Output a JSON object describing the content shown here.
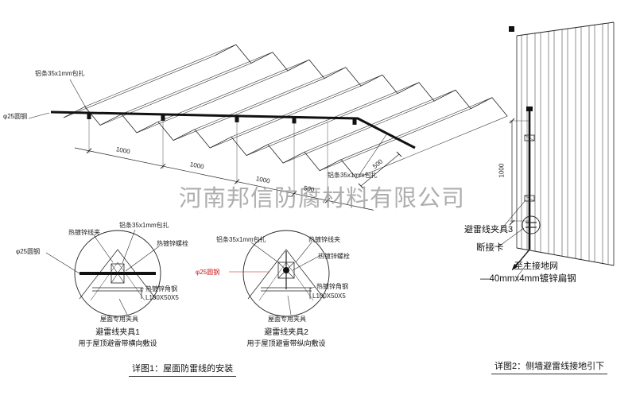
{
  "watermark": "河南邦信防腐材料有限公司",
  "colors": {
    "line": "#222222",
    "red": "#cc1111",
    "watermark": "#9a9a9a"
  },
  "roof": {
    "strip_label_top": "铝条35x1mm包扎",
    "rod_label": "φ25圆钢",
    "strip_label_right": "铝条35x1mm包扎",
    "dim_1": "1000",
    "dim_2": "1000",
    "dim_3": "1000",
    "dim_4": "500",
    "dim_right": "500"
  },
  "detail1": {
    "clamp_label": "热镀锌线夹",
    "strip_label": "铝条35x1mm包扎",
    "bolt_label": "热镀锌螺栓",
    "rod_label": "φ25圆钢",
    "angle_label": "热镀锌角钢",
    "angle_size": "L100X50X5",
    "fixture_label": "屋面专用夹具",
    "title": "避雷线夹具1",
    "subtitle": "用于屋顶避雷带横向敷设"
  },
  "detail2": {
    "strip_label": "铝条35x1mm包扎",
    "clamp_label": "热镀锌线夹",
    "bolt_label": "热镀锌螺栓",
    "rod_label": "φ25圆钢",
    "angle_label": "热镀锌角钢",
    "angle_size": "L100X50X5",
    "fixture_label": "屋面专用夹具",
    "title": "避雷线夹具2",
    "subtitle": "用于屋顶避雷带纵向敷设"
  },
  "wall": {
    "dim": "1000",
    "clamp_label": "避雷线夹具3",
    "disconnect_label": "断接卡",
    "ground_label": "至主接地网",
    "flat_steel_label": "—40mmx4mm镀锌扁钢"
  },
  "captions": {
    "detail1": "详图1：屋面防雷线的安装",
    "detail2": "详图2：侧墙避雷线接地引下"
  }
}
